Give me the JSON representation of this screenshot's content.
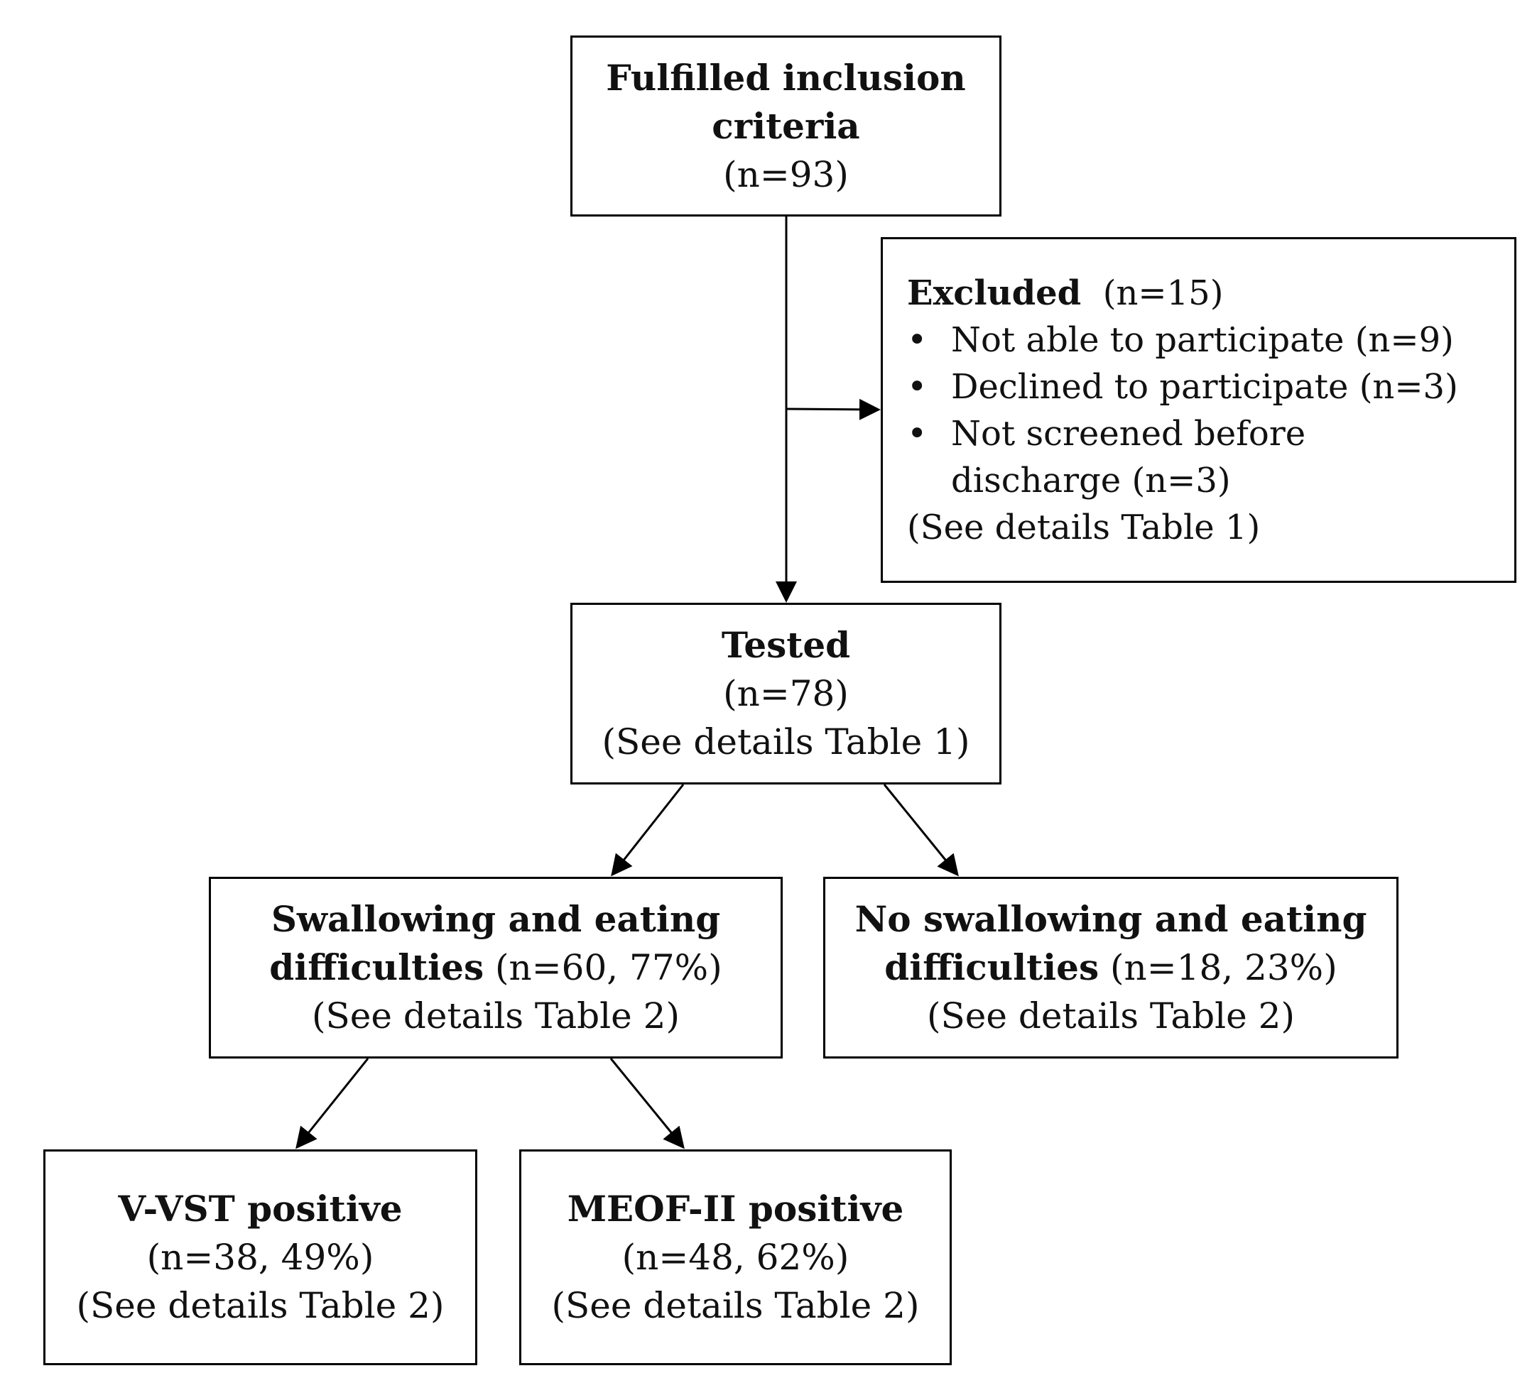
{
  "inclusion": {
    "title_line1": "Fulfilled inclusion",
    "title_line2": "criteria",
    "count": "(n=93)"
  },
  "excluded": {
    "title": "Excluded",
    "count": "(n=15)",
    "reasons": [
      "Not able to participate (n=9)",
      "Declined to participate (n=3)",
      "Not screened before",
      "discharge (n=3)"
    ],
    "note": "(See details Table 1)"
  },
  "tested": {
    "title": "Tested",
    "count": "(n=78)",
    "note": "(See details Table 1)"
  },
  "swallowing": {
    "title_line1": "Swallowing and eating",
    "title_line2": "difficulties",
    "count": "(n=60, 77%)",
    "note": "(See details Table 2)"
  },
  "no_swallowing": {
    "title_line1": "No swallowing and eating",
    "title_line2": "difficulties",
    "count": "(n=18, 23%)",
    "note": "(See details Table 2)"
  },
  "vvst": {
    "title": "V-VST positive",
    "count": "(n=38, 49%)",
    "note": "(See details Table 2)"
  },
  "meof": {
    "title": "MEOF-II positive",
    "count": "(n=48, 62%)",
    "note": "(See details Table 2)"
  }
}
